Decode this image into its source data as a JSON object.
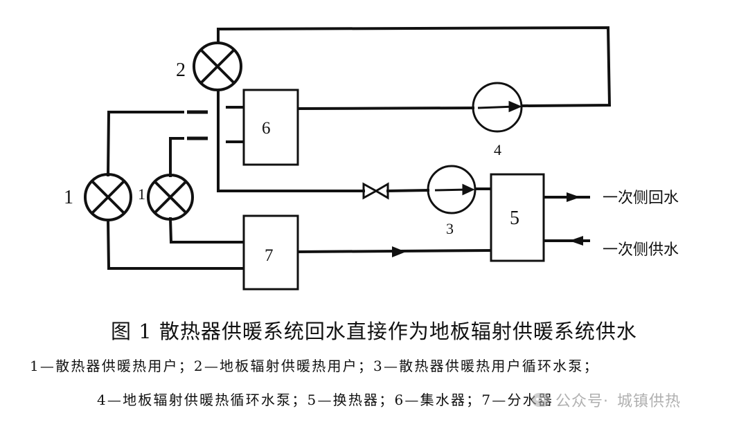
{
  "labels": {
    "diss_a": "1",
    "diss_b": "1",
    "floor_user": "2",
    "pump_rad": "3",
    "pump_floor": "4",
    "exchanger": "5",
    "collector": "6",
    "distributor": "7"
  },
  "primary": {
    "return": "一次侧回水",
    "supply": "一次侧供水"
  },
  "caption": {
    "title": "图 1   散热器供暖系统回水直接作为地板辐射供暖系统供水",
    "legend_line1": "1—散热器供暖热用户；2—地板辐射供暖热用户；3—散热器供暖热用户循环水泵；",
    "legend_line2": "4—地板辐射供暖热循环水泵；5—换热器；6—集水器；7—分水器"
  },
  "watermark": {
    "prefix": "公众号·",
    "name": "城镇供热"
  }
}
